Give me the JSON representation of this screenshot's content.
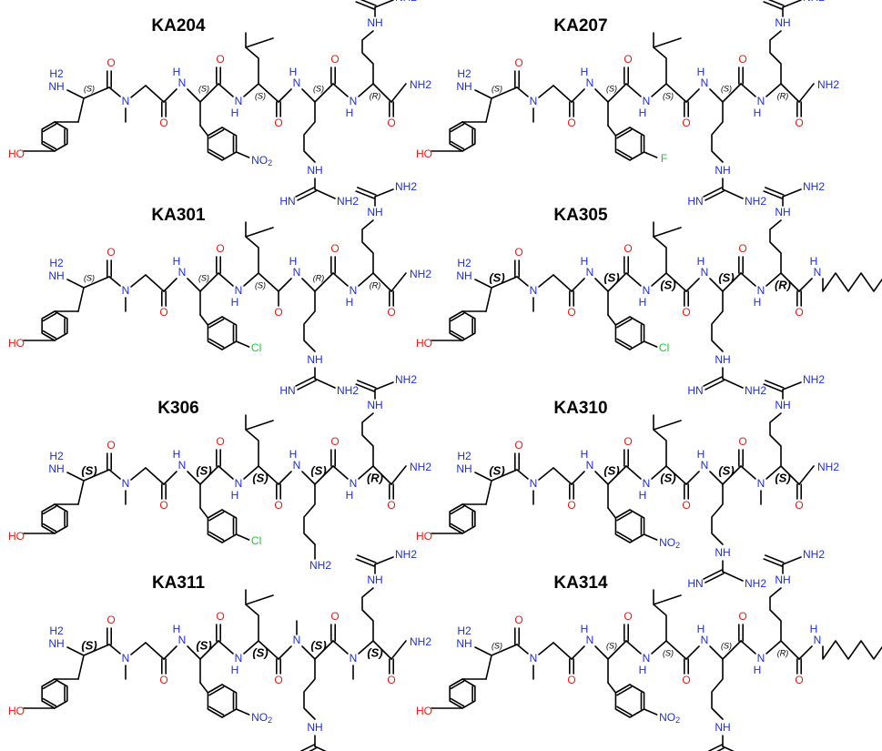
{
  "colors": {
    "nitrogen": "#1f2fd0",
    "oxygen": "#e0201b",
    "fluorine": "#21c52c",
    "chlorine": "#21c52c",
    "bond": "#000000",
    "background": "#ffffff"
  },
  "compounds": [
    {
      "name": "KA204",
      "col": 0,
      "row": 0,
      "stereo_style": "small",
      "stereo": [
        "(S)",
        "(S)",
        "(S)",
        "(S)",
        "(R)"
      ],
      "substituent": "NO2",
      "residue4": "arg",
      "residue4_n_methyl": false,
      "residue5_n_methyl": false,
      "c_terminus": "amide"
    },
    {
      "name": "KA207",
      "col": 1,
      "row": 0,
      "stereo_style": "small",
      "stereo": [
        "(S)",
        "(S)",
        "(S)",
        "(S)",
        "(R)"
      ],
      "substituent": "F",
      "residue4": "arg",
      "residue4_n_methyl": false,
      "residue5_n_methyl": false,
      "c_terminus": "amide"
    },
    {
      "name": "KA301",
      "col": 0,
      "row": 1,
      "stereo_style": "small",
      "stereo": [
        "(S)",
        "(S)",
        "(S)",
        "(R)",
        "(R)"
      ],
      "substituent": "Cl",
      "residue4": "arg",
      "residue4_n_methyl": false,
      "residue5_n_methyl": false,
      "c_terminus": "amide",
      "reduced_keto": true
    },
    {
      "name": "KA305",
      "col": 1,
      "row": 1,
      "stereo_style": "bold",
      "stereo": [
        "(S)",
        "(S)",
        "(S)",
        "(S)",
        "(R)"
      ],
      "substituent": "Cl",
      "residue4": "arg",
      "residue4_n_methyl": false,
      "residue5_n_methyl": false,
      "c_terminus": "linker"
    },
    {
      "name": "K306",
      "col": 0,
      "row": 2,
      "stereo_style": "bold",
      "stereo": [
        "(S)",
        "(S)",
        "(S)",
        "(S)",
        "(R)"
      ],
      "substituent": "Cl",
      "residue4": "lys",
      "residue4_n_methyl": false,
      "residue5_n_methyl": false,
      "c_terminus": "amide"
    },
    {
      "name": "KA310",
      "col": 1,
      "row": 2,
      "stereo_style": "bold",
      "stereo": [
        "(S)",
        "(S)",
        "(S)",
        "(S)",
        "(S)"
      ],
      "substituent": "NO2",
      "residue4": "arg",
      "residue4_n_methyl": false,
      "residue5_n_methyl": true,
      "c_terminus": "amide"
    },
    {
      "name": "KA311",
      "col": 0,
      "row": 3,
      "stereo_style": "bold",
      "stereo": [
        "(S)",
        "(S)",
        "(S)",
        "(S)",
        "(S)"
      ],
      "substituent": "NO2",
      "residue4": "arg",
      "residue4_n_methyl": true,
      "residue5_n_methyl": true,
      "c_terminus": "amide"
    },
    {
      "name": "KA314",
      "col": 1,
      "row": 3,
      "stereo_style": "small",
      "stereo": [
        "(S)",
        "(S)",
        "(S)",
        "(S)",
        "(R)"
      ],
      "substituent": "NO2",
      "residue4": "arg",
      "residue4_n_methyl": false,
      "residue5_n_methyl": false,
      "c_terminus": "linker"
    }
  ],
  "atom_labels": {
    "amine": "NH",
    "amine_h2": "H2",
    "hydroxyl": "HO",
    "n_methyl": "N",
    "amide_nh": "N",
    "amide_h": "H",
    "oxygen": "O",
    "terminal_amide": "NH2",
    "guanidine_imine": "HN",
    "guanidine_amine": "NH2",
    "guanidine_nh": "NH",
    "lysine_amine": "NH2",
    "nitro": "NO2",
    "fluoro": "F",
    "chloro": "Cl"
  }
}
